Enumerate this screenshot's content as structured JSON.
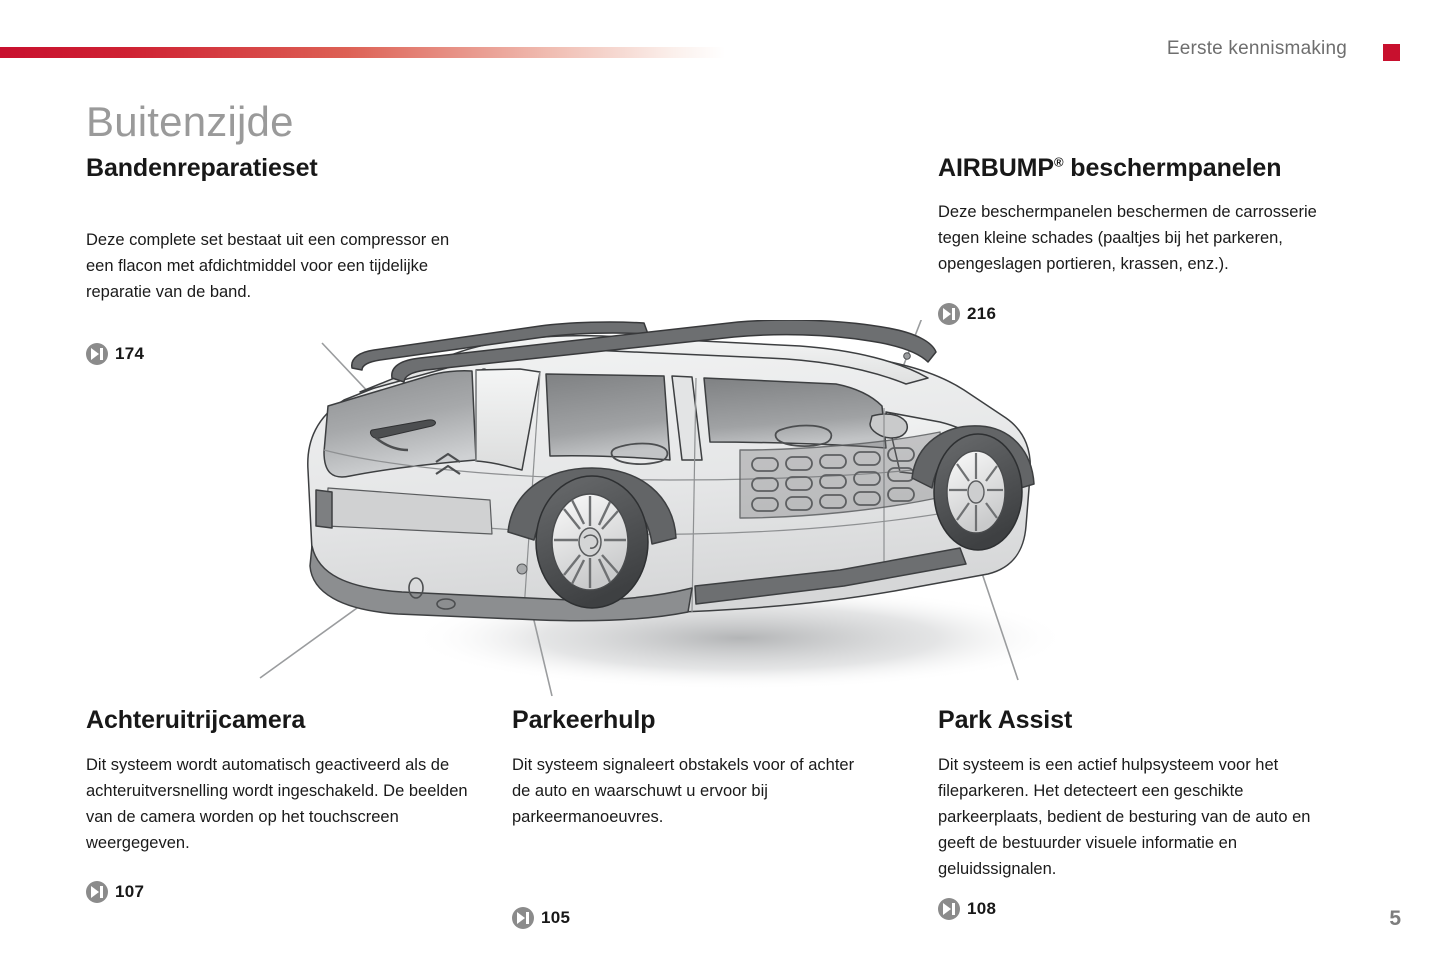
{
  "header": {
    "title": "Eerste kennismaking",
    "accent_color": "#c8102e",
    "swatch_name": "red-square-marker"
  },
  "section": {
    "title": "Buitenzijde"
  },
  "blocks": [
    {
      "id": "bandenreparatieset",
      "heading": "Bandenreparatieset",
      "heading_sup": "",
      "body": "Deze complete set bestaat uit een compressor en een flacon met afdichtmiddel voor een tijdelijke reparatie van de band.",
      "ref_page": "174",
      "ref_icon": "skip-forward-icon"
    },
    {
      "id": "airbump",
      "heading": "AIRBUMP",
      "heading_sup": "®",
      "heading_rest": " beschermpanelen",
      "body": "Deze beschermpanelen beschermen de carrosserie tegen kleine schades (paaltjes bij het parkeren, opengeslagen portieren, krassen, enz.).",
      "ref_page": "216",
      "ref_icon": "skip-forward-icon"
    },
    {
      "id": "achteruitrijcamera",
      "heading": "Achteruitrijcamera",
      "body": "Dit systeem wordt automatisch geactiveerd als de achteruitversnelling wordt ingeschakeld. De beelden van de camera worden op het touchscreen weergegeven.",
      "ref_page": "107",
      "ref_icon": "skip-forward-icon"
    },
    {
      "id": "parkeerhulp",
      "heading": "Parkeerhulp",
      "body": "Dit systeem signaleert obstakels voor of achter de auto en waarschuwt u ervoor bij parkeermanoeuvres.",
      "ref_page": "105",
      "ref_icon": "skip-forward-icon"
    },
    {
      "id": "park-assist",
      "heading": "Park Assist",
      "body": "Dit systeem is een actief hulpsysteem voor het fileparkeren. Het detecteert een geschikte parkeerplaats, bedient de besturing van de auto en geeft de bestuurder visuele informatie en geluidssignalen.",
      "ref_page": "108",
      "ref_icon": "skip-forward-icon"
    }
  ],
  "illustration": {
    "name": "car-rear-three-quarter-view",
    "description": "Citroen C4 Cactus exterior, rear three-quarter view with Airbump panels, roof bars, alloy wheels and callout leader lines"
  },
  "footer": {
    "page_number": "5"
  }
}
